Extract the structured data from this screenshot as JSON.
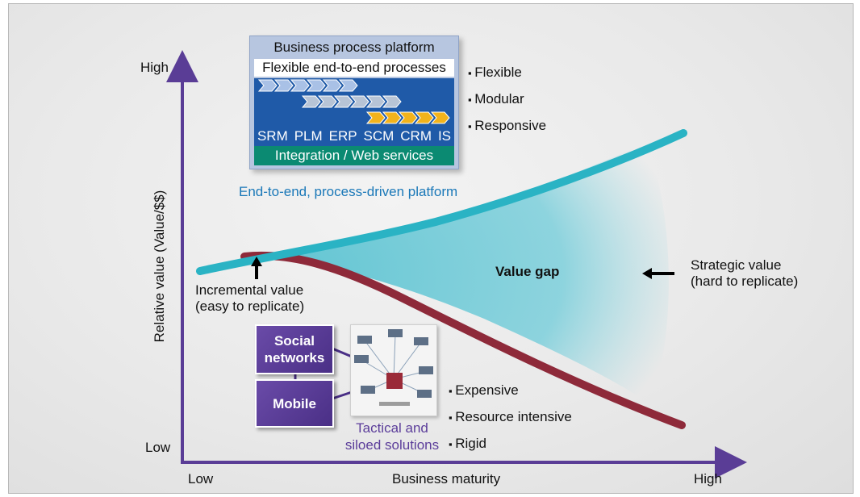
{
  "axes": {
    "y_label": "Relative value (Value/$$)",
    "y_high": "High",
    "y_low": "Low",
    "x_label": "Business maturity",
    "x_low": "Low",
    "x_high": "High"
  },
  "platform": {
    "title": "Business process platform",
    "subtitle": "Flexible end-to-end processes",
    "systems": [
      "SRM",
      "PLM",
      "ERP",
      "SCM",
      "CRM",
      "IS"
    ],
    "integration": "Integration / Web services",
    "caption": "End-to-end, process-driven platform",
    "bullets": [
      "Flexible",
      "Modular",
      "Responsive"
    ]
  },
  "labels": {
    "incremental": [
      "Incremental value",
      "(easy to replicate)"
    ],
    "value_gap": "Value gap",
    "strategic": [
      "Strategic value",
      "(hard to replicate)"
    ]
  },
  "tactical": {
    "social": [
      "Social",
      "networks"
    ],
    "mobile": "Mobile",
    "caption": [
      "Tactical and",
      "siloed solutions"
    ],
    "bullets": [
      "Expensive",
      "Resource intensive",
      "Rigid"
    ]
  },
  "colors": {
    "axis": "#5a3d96",
    "upper_curve": "#2ab3c4",
    "lower_curve": "#8e2a3a",
    "gap_fill": "#6cc8d5",
    "platform_blue": "#1f5aa8",
    "integration_green": "#0b8a72",
    "caption_blue": "#1a78b8",
    "tactical_purple": "#5b3d9a"
  }
}
